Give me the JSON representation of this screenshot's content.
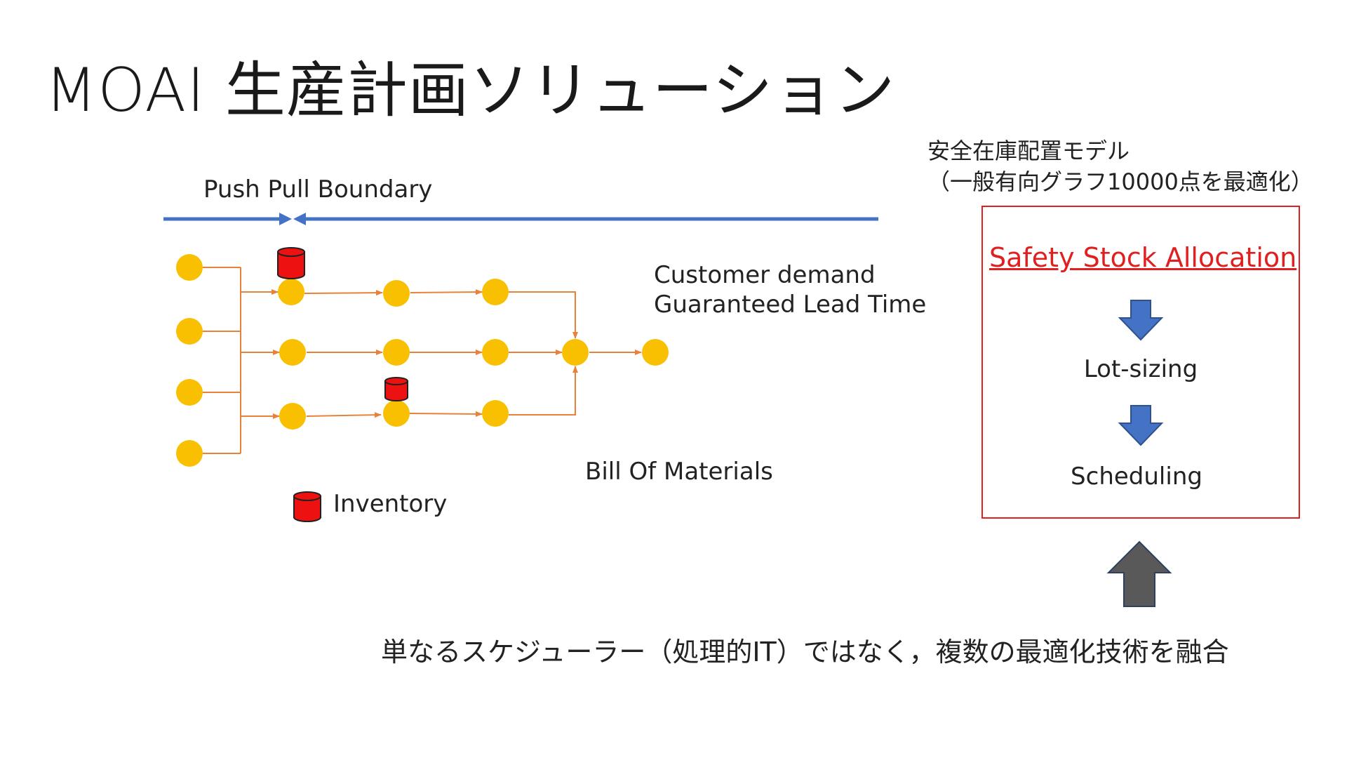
{
  "title": "MOAI 生産計画ソリューション",
  "push_pull": {
    "label": "Push Pull Boundary"
  },
  "customer": {
    "line1": "Customer demand",
    "line2": "Guaranteed Lead Time"
  },
  "bom": {
    "label": "Bill Of Materials"
  },
  "legend": {
    "inventory_label": "Inventory"
  },
  "panel": {
    "title_line1": "安全在庫配置モデル",
    "title_line2": "（一般有向グラフ10000点を最適化）",
    "steps": [
      "Safety Stock Allocation",
      "Lot-sizing",
      "Scheduling"
    ]
  },
  "footer": "単なるスケジューラー（処理的IT）ではなく，複数の最適化技術を融合",
  "colors": {
    "node": "#f8c000",
    "edge": "#e8823a",
    "boundary": "#4472c4",
    "inventory": "#ee1111",
    "box_border": "#e02020",
    "down_arrow": "#4472c4",
    "up_arrow": "#595959"
  }
}
